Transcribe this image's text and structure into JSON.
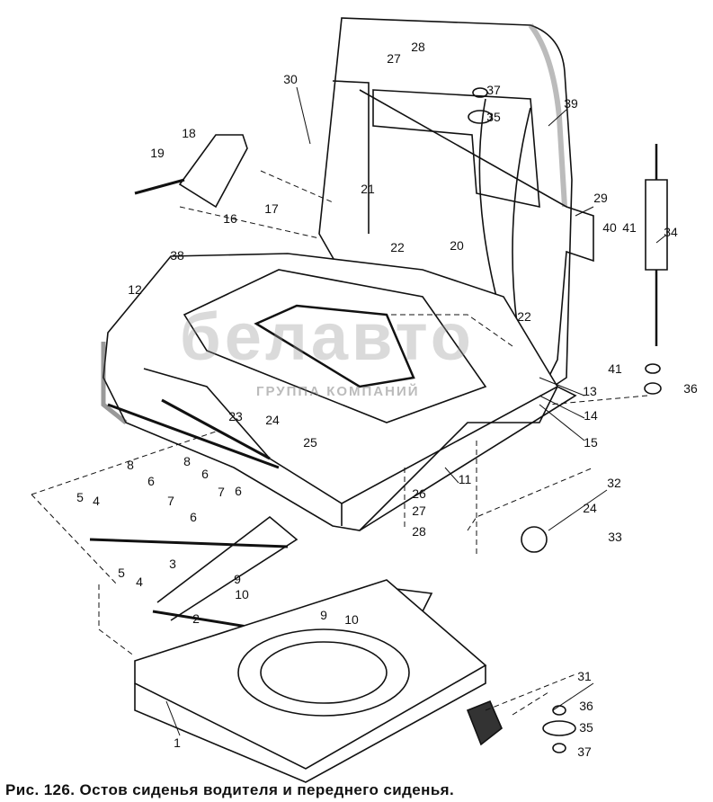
{
  "figure": {
    "caption": "Рис. 126. Остов сиденья водителя и переднего сиденья.",
    "watermark": "белавто",
    "watermark_sub": "ГРУППА КОМПАНИЙ"
  },
  "labels": [
    "30",
    "27",
    "28",
    "37",
    "35",
    "39",
    "18",
    "19",
    "16",
    "17",
    "21",
    "22",
    "20",
    "29",
    "34",
    "40",
    "41",
    "38",
    "12",
    "22",
    "41",
    "13",
    "36",
    "14",
    "15",
    "23",
    "24",
    "25",
    "11",
    "26",
    "27",
    "28",
    "32",
    "24",
    "33",
    "8",
    "8",
    "6",
    "6",
    "6",
    "7",
    "7",
    "6",
    "5",
    "4",
    "3",
    "9",
    "10",
    "5",
    "4",
    "9",
    "10",
    "2",
    "1",
    "31",
    "36",
    "35",
    "37"
  ]
}
